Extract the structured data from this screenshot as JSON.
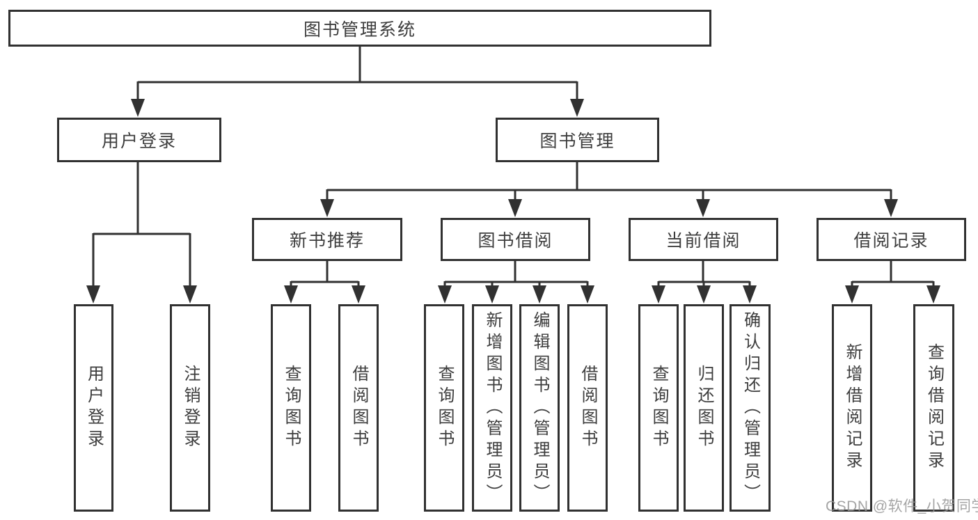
{
  "title": "图书管理系统",
  "colors": {
    "line": "#313131",
    "text": "#3d3d3d",
    "background": "#ffffff",
    "watermark": "#949494"
  },
  "watermark": {
    "text": "CSDN @软件_小贺同学"
  },
  "tree": {
    "root": {
      "label": "图书管理系统"
    },
    "branches": [
      {
        "label": "用户登录",
        "children": [
          {
            "label": "用户登录"
          },
          {
            "label": "注销登录"
          }
        ]
      },
      {
        "label": "图书管理",
        "children": [
          {
            "label": "新书推荐",
            "children": [
              {
                "label": "查询图书"
              },
              {
                "label": "借阅图书"
              }
            ]
          },
          {
            "label": "图书借阅",
            "children": [
              {
                "label": "查询图书"
              },
              {
                "label": "新增图书（管理员）"
              },
              {
                "label": "编辑图书（管理员）"
              },
              {
                "label": "借阅图书"
              }
            ]
          },
          {
            "label": "当前借阅",
            "children": [
              {
                "label": "查询图书"
              },
              {
                "label": "归还图书"
              },
              {
                "label": "确认归还（管理员）"
              }
            ]
          },
          {
            "label": "借阅记录",
            "children": [
              {
                "label": "新增借阅记录"
              },
              {
                "label": "查询借阅记录"
              }
            ]
          }
        ]
      }
    ]
  }
}
